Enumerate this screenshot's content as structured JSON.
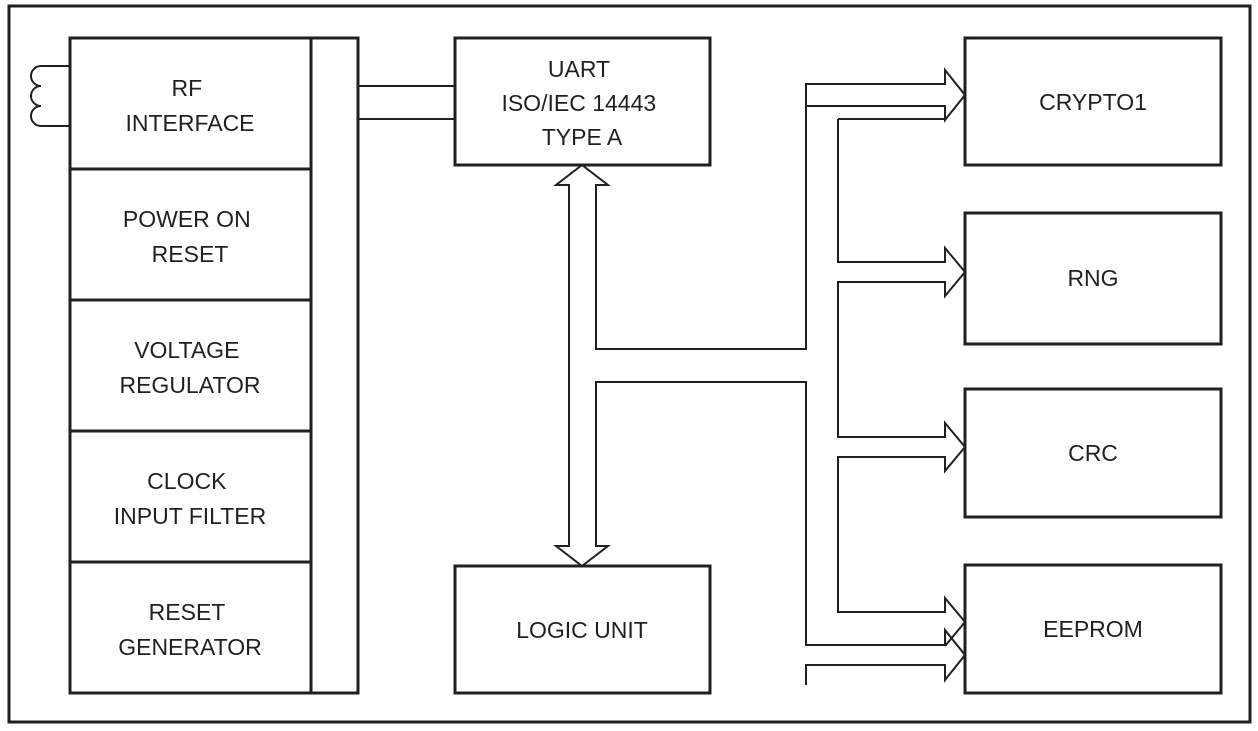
{
  "blocks": {
    "rf_interface": {
      "lines": [
        "RF",
        "INTERFACE"
      ]
    },
    "power_on_reset": {
      "lines": [
        "POWER ON",
        "RESET"
      ]
    },
    "voltage_regulator": {
      "lines": [
        "VOLTAGE",
        "REGULATOR"
      ]
    },
    "clock_input_filter": {
      "lines": [
        "CLOCK",
        "INPUT FILTER"
      ]
    },
    "reset_generator": {
      "lines": [
        "RESET",
        "GENERATOR"
      ]
    },
    "uart": {
      "lines": [
        "UART",
        "ISO/IEC 14443",
        "TYPE A"
      ]
    },
    "logic_unit": {
      "lines": [
        "LOGIC UNIT"
      ]
    },
    "crypto1": {
      "lines": [
        "CRYPTO1"
      ]
    },
    "rng": {
      "lines": [
        "RNG"
      ]
    },
    "crc": {
      "lines": [
        "CRC"
      ]
    },
    "eeprom": {
      "lines": [
        "EEPROM"
      ]
    }
  },
  "colors": {
    "line": "#231f20",
    "background": "#ffffff"
  }
}
